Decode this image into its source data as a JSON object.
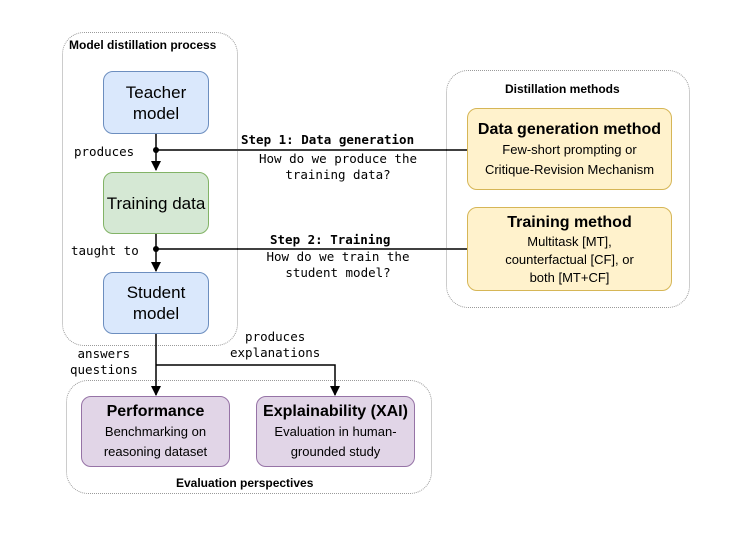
{
  "groups": {
    "distillation_process": "Model distillation process",
    "distillation_methods": "Distillation methods",
    "evaluation_perspectives": "Evaluation perspectives"
  },
  "nodes": {
    "teacher": [
      "Teacher",
      "model"
    ],
    "training_data": "Training data",
    "student": [
      "Student",
      "model"
    ],
    "data_generation_method": {
      "title": "Data generation method",
      "lines": [
        "Few-short prompting or",
        "Critique-Revision Mechanism"
      ]
    },
    "training_method": {
      "title": "Training method",
      "lines": [
        "Multitask [MT],",
        "counterfactual [CF], or",
        "both [MT+CF]"
      ]
    },
    "performance": {
      "title": "Performance",
      "lines": [
        "Benchmarking on",
        "reasoning dataset"
      ]
    },
    "explainability": {
      "title": "Explainability (XAI)",
      "lines": [
        "Evaluation in human-",
        "grounded study"
      ]
    }
  },
  "edge_labels": {
    "produces": "produces",
    "taught_to": "taught to",
    "answers_questions": [
      "answers",
      "questions"
    ],
    "produces_explanations": [
      "produces",
      "explanations"
    ]
  },
  "steps": {
    "step1_title": "Step 1: Data generation",
    "step1_question": [
      "How do we produce the",
      "training data?"
    ],
    "step2_title": "Step 2: Training",
    "step2_question": [
      "How do we train the",
      "student model?"
    ]
  },
  "colors": {
    "blue_fill": "#dae8fc",
    "blue_stroke": "#6c8ebf",
    "green_fill": "#d5e8d4",
    "green_stroke": "#82b366",
    "yellow_fill": "#fff2cc",
    "yellow_stroke": "#d6b656",
    "purple_fill": "#e1d5e7",
    "purple_stroke": "#9673a6"
  }
}
